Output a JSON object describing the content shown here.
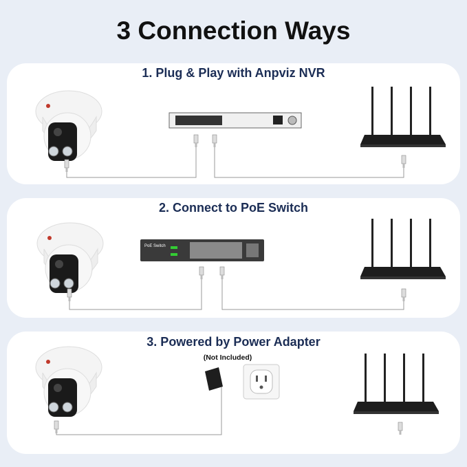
{
  "title": "3 Connection Ways",
  "sections": [
    {
      "label": "1. Plug & Play with Anpviz NVR"
    },
    {
      "label": "2. Connect to PoE Switch",
      "device_label": "PoE Switch"
    },
    {
      "label": "3. Powered by Power Adapter",
      "note": "(Not Included)"
    }
  ],
  "colors": {
    "background": "#e9eef6",
    "panel": "#ffffff",
    "heading": "#1b2d55",
    "cable": "#9a9a9a"
  }
}
